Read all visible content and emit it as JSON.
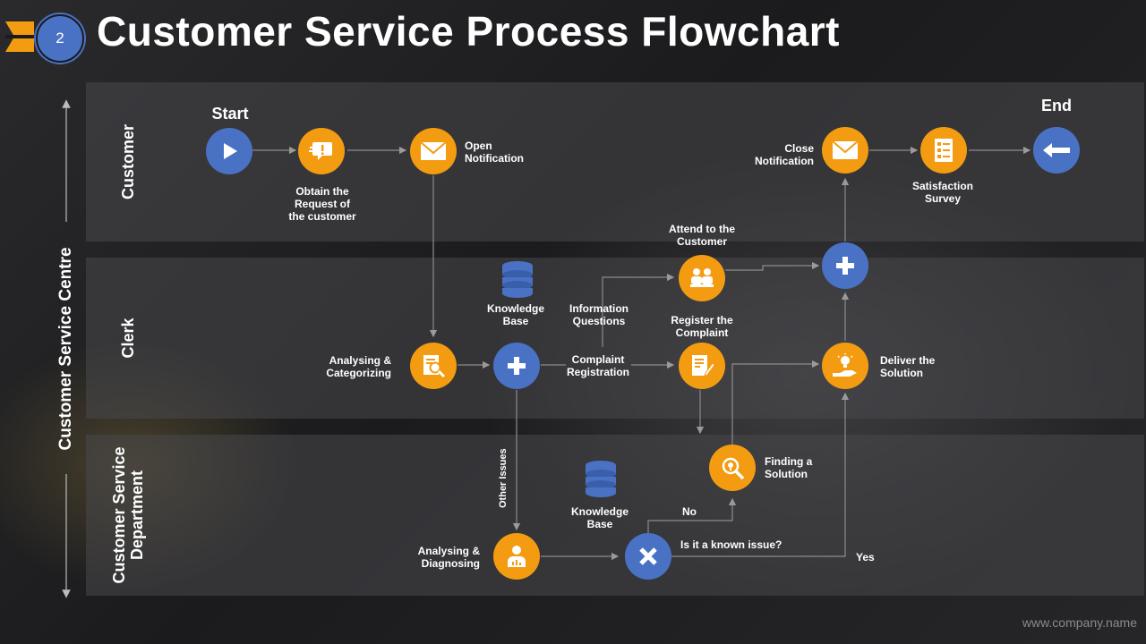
{
  "header": {
    "page_number": "2",
    "title": "Customer Service Process Flowchart"
  },
  "side_label": "Customer Service Centre",
  "lanes": {
    "customer": "Customer",
    "clerk": "Clerk",
    "department_line1": "Customer Service",
    "department_line2": "Department"
  },
  "nodes": {
    "start": "Start",
    "end": "End",
    "obtain_request": [
      "Obtain the",
      "Request of",
      "the customer"
    ],
    "open_notification": [
      "Open",
      "Notification"
    ],
    "close_notification": [
      "Close",
      "Notification"
    ],
    "satisfaction_survey": [
      "Satisfaction",
      "Survey"
    ],
    "attend_customer": [
      "Attend to the",
      "Customer"
    ],
    "register_complaint": [
      "Register the",
      "Complaint"
    ],
    "knowledge_base_clerk": [
      "Knowledge",
      "Base"
    ],
    "information_questions": [
      "Information",
      "Questions"
    ],
    "complaint_registration": [
      "Complaint",
      "Registration"
    ],
    "analysing_categorizing": [
      "Analysing  &",
      "Categorizing"
    ],
    "deliver_solution": [
      "Deliver the",
      "Solution"
    ],
    "finding_solution": [
      "Finding  a",
      "Solution"
    ],
    "other_issues": "Other Issues",
    "knowledge_base_dept": [
      "Knowledge",
      "Base"
    ],
    "no": "No",
    "yes": "Yes",
    "known_issue": "Is it a known issue?",
    "analysing_diagnosing": [
      "Analysing  &",
      "Diagnosing"
    ]
  },
  "footer": {
    "url": "www.company.name"
  },
  "colors": {
    "orange": "#f39c12",
    "blue": "#4a72c4"
  }
}
